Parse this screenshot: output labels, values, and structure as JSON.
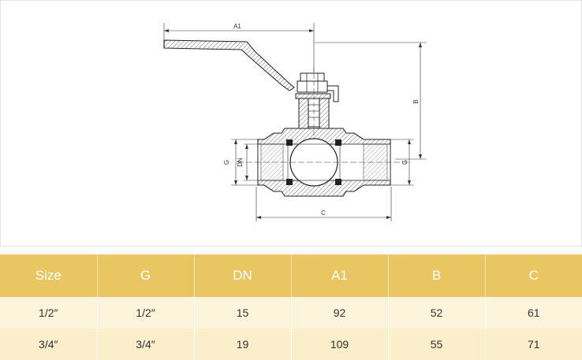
{
  "drawing": {
    "labels": {
      "a1": "A1",
      "b": "B",
      "c": "C",
      "g": "G",
      "dn": "DN"
    }
  },
  "table": {
    "headers": [
      "Size",
      "G",
      "DN",
      "A1",
      "B",
      "C"
    ],
    "rows": [
      [
        "1/2″",
        "1/2″",
        "15",
        "92",
        "52",
        "61"
      ],
      [
        "3/4″",
        "3/4″",
        "19",
        "109",
        "55",
        "71"
      ]
    ]
  }
}
